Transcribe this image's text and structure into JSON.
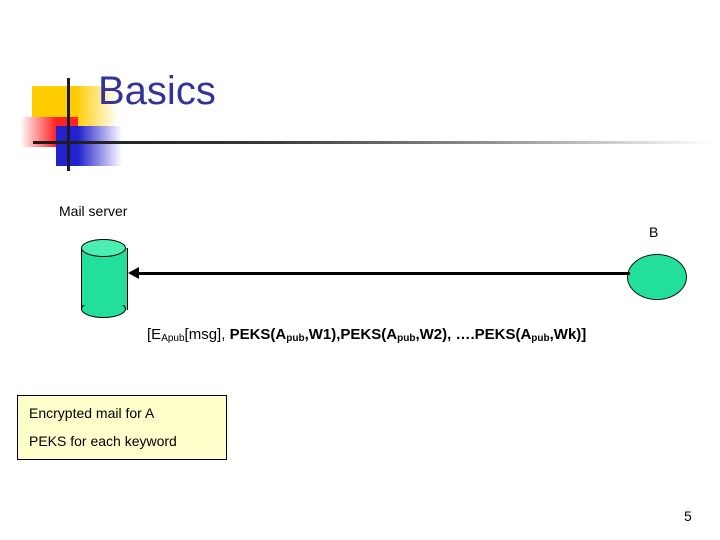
{
  "slide": {
    "title": "Basics",
    "page_number": "5",
    "title_color": "#333399",
    "accent_green": "#22E09B",
    "callout_bg": "#FFFFCC"
  },
  "diagram": {
    "mail_server_label": "Mail server",
    "recipient_label": "B",
    "arrow_direction": "left",
    "formula": {
      "full_text": "[EApub[msg], PEKS(Apub,W1),PEKS(Apub,W2), ….PEKS(Apub,Wk)]",
      "parts": {
        "open_bracket": "[E",
        "enc_subscript": "Apub",
        "msg": "[msg], ",
        "peks1": "PEKS(A",
        "sub1": "pub",
        "w1": ",W1),",
        "peks2": "PEKS(A",
        "sub2": "pub",
        "w2": ",W2), ",
        "ellipsis": "….",
        "peks3": "PEKS(A",
        "sub3": "pub",
        "wk": ",Wk)]"
      }
    }
  },
  "callout": {
    "line1": "Encrypted mail for A",
    "line2": "PEKS for each keyword"
  }
}
